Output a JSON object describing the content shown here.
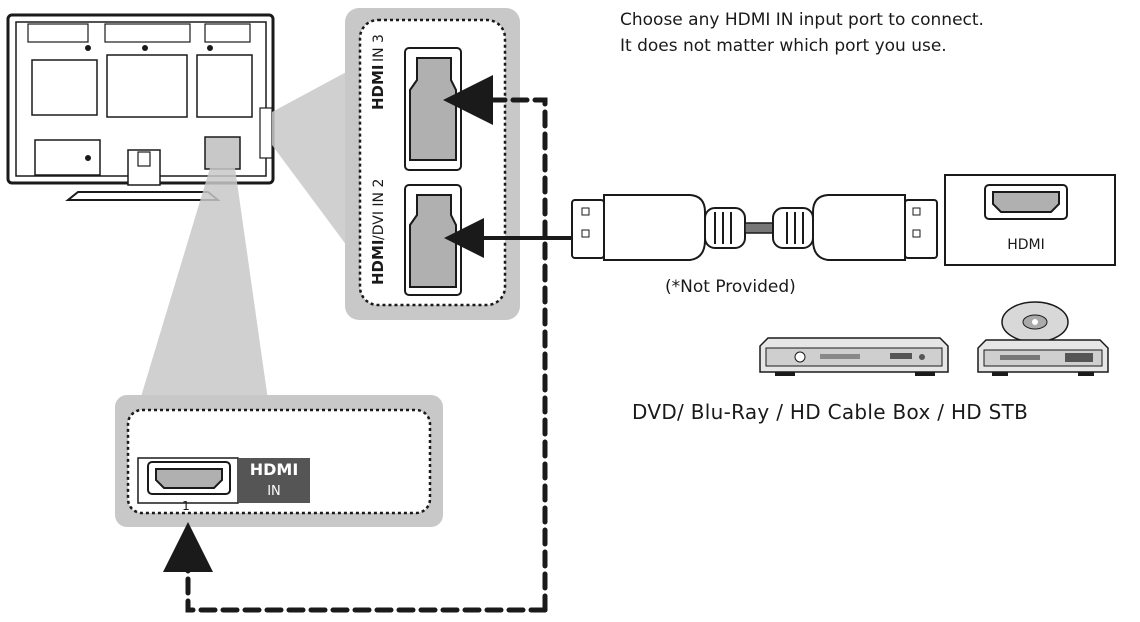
{
  "instructions": {
    "line1": "Choose any HDMI IN input port to connect.",
    "line2": "It does not matter which port you use."
  },
  "cable": {
    "note": "(*Not Provided)"
  },
  "devices": {
    "caption": "DVD/ Blu-Ray / HD Cable Box / HD STB",
    "port_label": "HDMI"
  },
  "tv_side_panel": {
    "hdmi_logo": "HDMI",
    "port_3_label": "IN 3",
    "port_2_label": "/DVI IN 2"
  },
  "tv_rear_panel": {
    "hdmi_logo": "HDMI",
    "in_label": "IN",
    "port_1_number": "1"
  },
  "colors": {
    "panel_gray": "#c8c8c8",
    "dark_gray": "#555555",
    "port_fill": "#b0b0b0",
    "line": "#1a1a1a"
  }
}
